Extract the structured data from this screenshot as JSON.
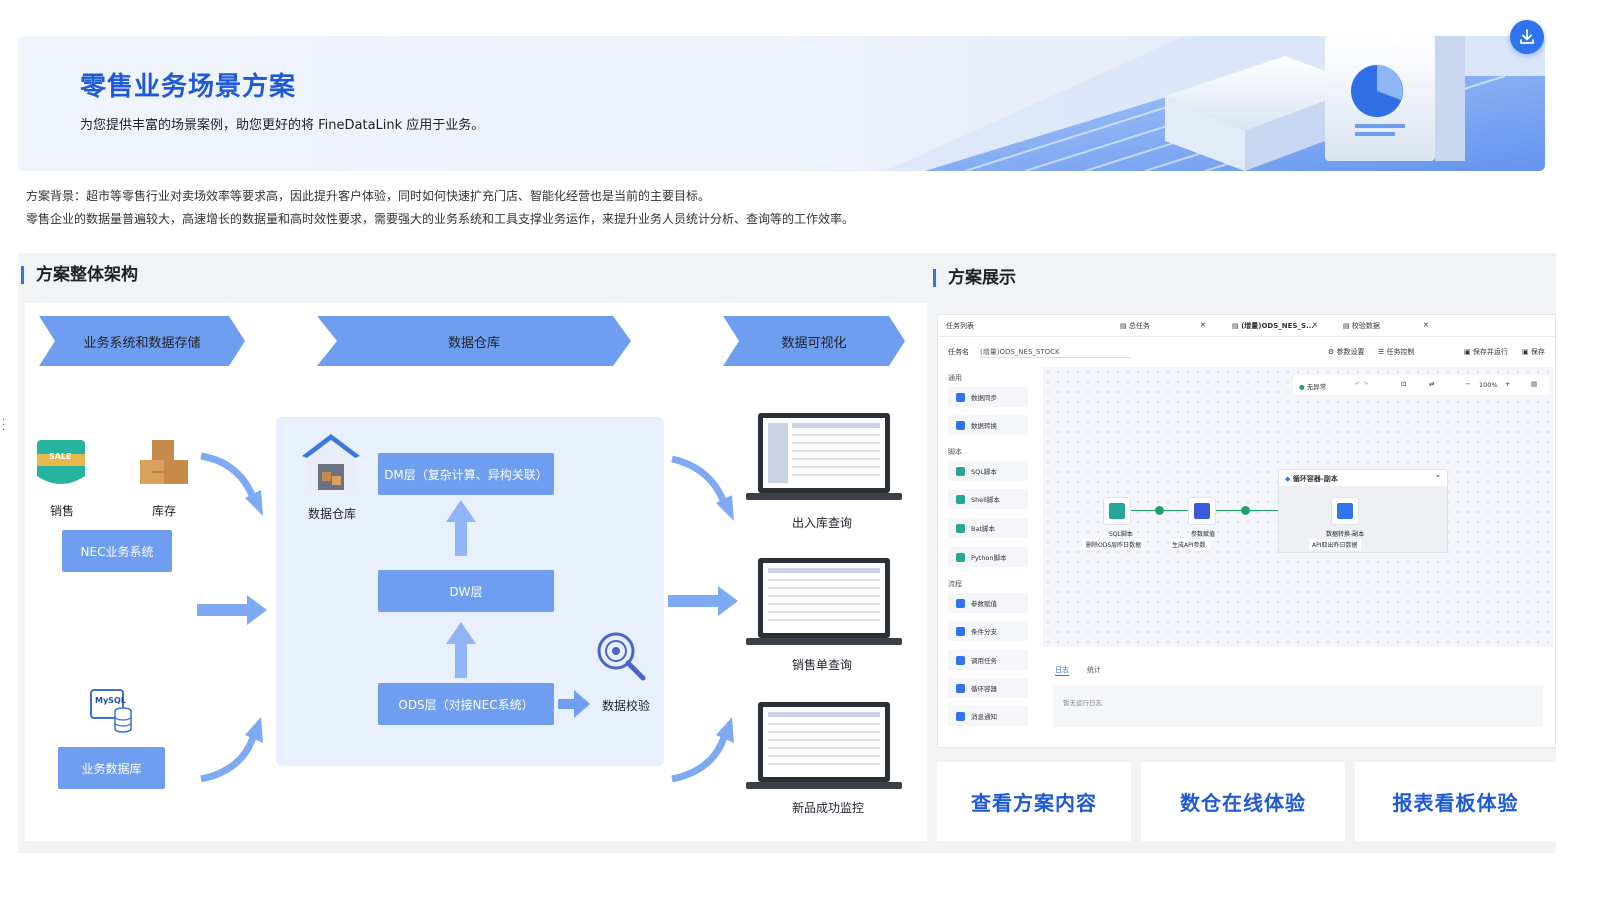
{
  "banner": {
    "title": "零售业务场景方案",
    "subtitle": "为您提供丰富的场景案例，助您更好的将 FineDataLink 应用于业务。"
  },
  "download_icon": "download-icon",
  "background": {
    "line1": "方案背景：超市等零售行业对卖场效率等要求高，因此提升客户体验，同时如何快速扩充门店、智能化经营也是当前的主要目标。",
    "line2": "零售企业的数据量普遍较大，高速增长的数据量和高时效性要求，需要强大的业务系统和工具支撑业务运作，来提升业务人员统计分析、查询等的工作效率。"
  },
  "architecture": {
    "section_title": "方案整体架构",
    "stages": [
      "业务系统和数据存储",
      "数据仓库",
      "数据可视化"
    ],
    "sources": {
      "sales_label": "销售",
      "sale_badge": "SALE",
      "stock_label": "库存",
      "nec_system": "NEC业务系统",
      "mysql_badge": "MySQL",
      "business_db": "业务数据库"
    },
    "warehouse": {
      "label": "数据仓库",
      "dm": "DM层（复杂计算、异构关联）",
      "dw": "DW层",
      "ods": "ODS层（对接NEC系统）",
      "check": "数据校验"
    },
    "outputs": [
      "出入库查询",
      "销售单查询",
      "新品成功监控"
    ]
  },
  "showcase": {
    "section_title": "方案展示",
    "tabs": [
      "任务列表",
      "总任务",
      "(增量)ODS_NES_S...",
      "校验数据"
    ],
    "task_name_label": "任务名",
    "task_name_value": "(增量)ODS_NES_STOCK",
    "toolbar": [
      "参数设置",
      "任务控制",
      "保存并运行",
      "保存"
    ],
    "groups": [
      "通用",
      "脚本",
      "流程"
    ],
    "items_common": [
      "数据同步",
      "数据转换"
    ],
    "items_script": [
      "SQL脚本",
      "Shell脚本",
      "Bat脚本",
      "Python脚本"
    ],
    "items_flow": [
      "参数赋值",
      "条件分支",
      "调用任务",
      "循环容器",
      "消息通知"
    ],
    "canvas_status": "无异常",
    "zoom": "100%",
    "container_title": "循环容器-副本",
    "nodes": [
      {
        "name": "SQL脚本",
        "desc": "删除ODS层昨日数据"
      },
      {
        "name": "参数赋值",
        "desc": "生成API参数"
      },
      {
        "name": "数据转换-副本",
        "desc": "API取出昨日数据"
      }
    ],
    "log_tabs": [
      "日志",
      "统计"
    ],
    "log_empty": "暂无运行日志"
  },
  "actions": [
    "查看方案内容",
    "数仓在线体验",
    "报表看板体验"
  ],
  "colors": {
    "accent": "#2f73ef",
    "box": "#6f9ef0",
    "title": "#1f5ad6"
  }
}
